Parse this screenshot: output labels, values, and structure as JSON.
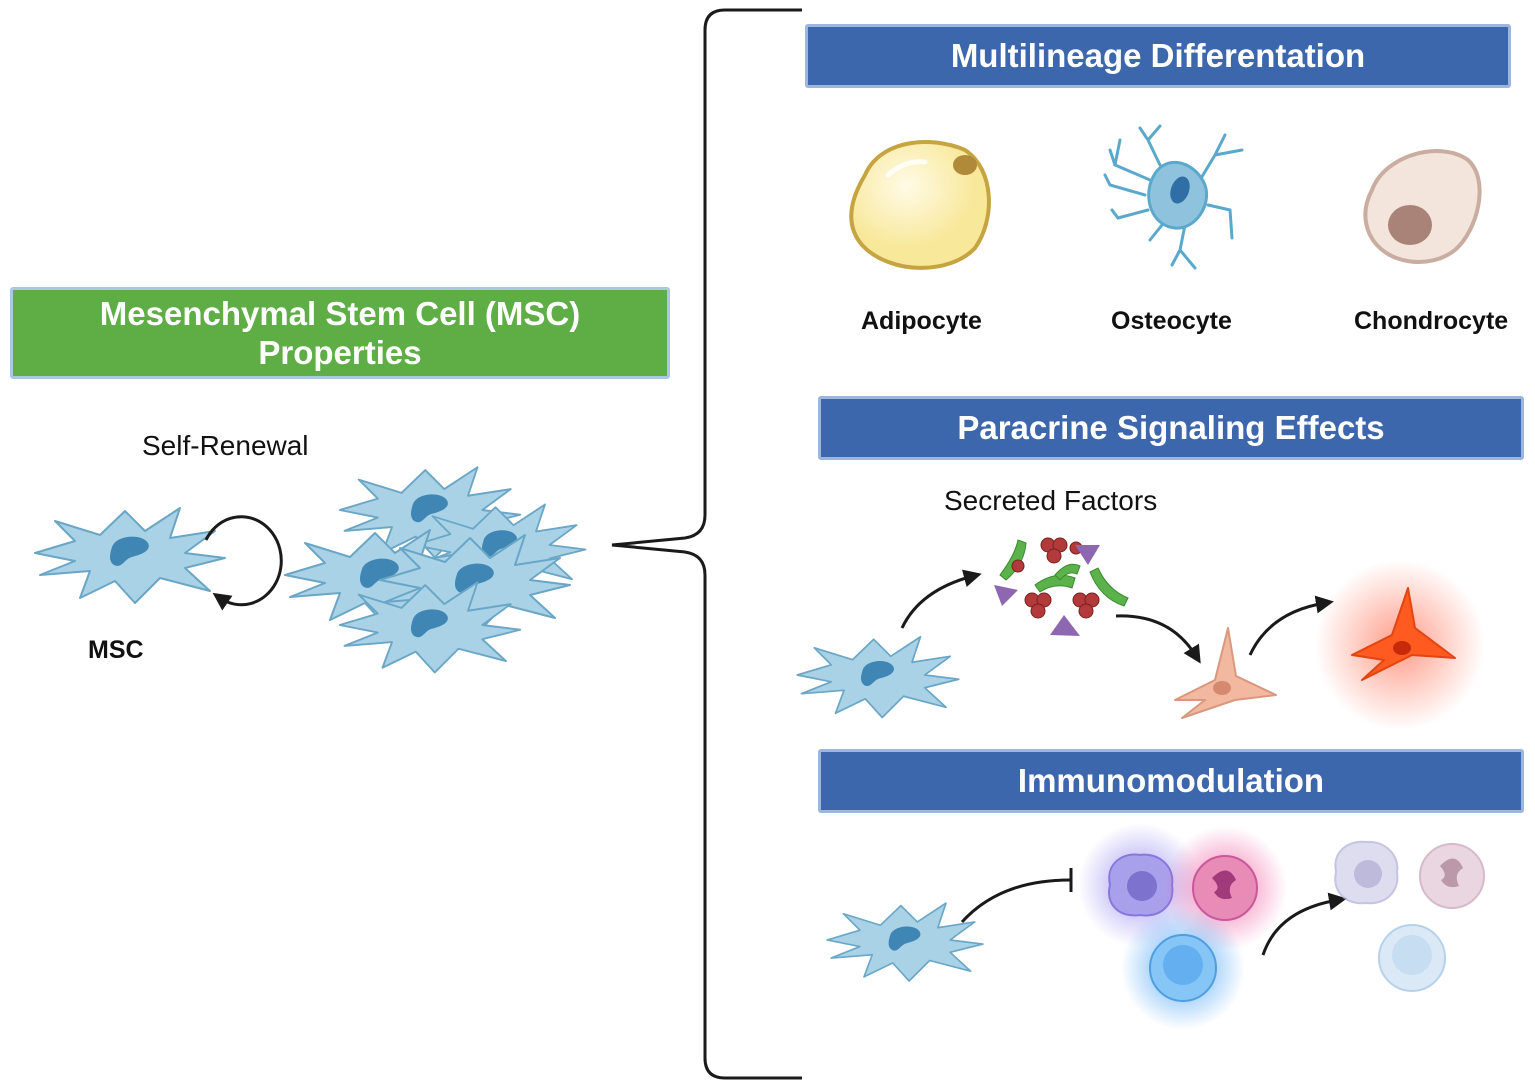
{
  "left": {
    "title_line1": "Mesenchymal Stem Cell (MSC)",
    "title_line2": "Properties",
    "self_renewal_label": "Self-Renewal",
    "msc_label": "MSC"
  },
  "right": {
    "multilineage": {
      "title": "Multilineage Differentation",
      "cells": [
        {
          "label": "Adipocyte"
        },
        {
          "label": "Osteocyte"
        },
        {
          "label": "Chondrocyte"
        }
      ]
    },
    "paracrine": {
      "title": "Paracrine Signaling Effects",
      "secreted_label": "Secreted Factors"
    },
    "immuno": {
      "title": "Immunomodulation"
    }
  },
  "colors": {
    "green_header": "#5fad45",
    "blue_header": "#3d67ad",
    "msc_cell": "#a9d2e6",
    "msc_outline": "#6aa6c6",
    "nucleus": "#3f86b5"
  }
}
